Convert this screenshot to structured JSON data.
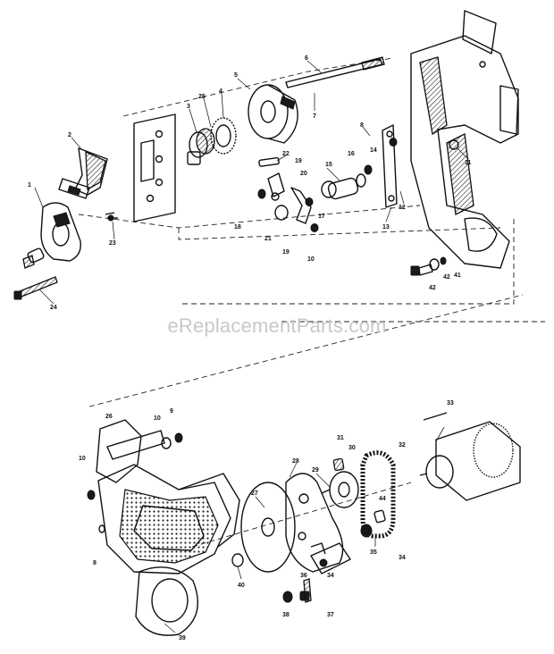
{
  "watermark": "eReplacementParts.com",
  "callouts": [
    {
      "id": "c-1",
      "text": "1"
    },
    {
      "id": "c-2",
      "text": "2"
    },
    {
      "id": "c-3",
      "text": "3"
    },
    {
      "id": "c-4",
      "text": "4"
    },
    {
      "id": "c-25a",
      "text": "25"
    },
    {
      "id": "c-5",
      "text": "5"
    },
    {
      "id": "c-6",
      "text": "6"
    },
    {
      "id": "c-7",
      "text": "7"
    },
    {
      "id": "c-8a",
      "text": "8"
    },
    {
      "id": "c-22",
      "text": "22"
    },
    {
      "id": "c-19a",
      "text": "19"
    },
    {
      "id": "c-20",
      "text": "20"
    },
    {
      "id": "c-18",
      "text": "18"
    },
    {
      "id": "c-21",
      "text": "21"
    },
    {
      "id": "c-15",
      "text": "15"
    },
    {
      "id": "c-16",
      "text": "16"
    },
    {
      "id": "c-14",
      "text": "14"
    },
    {
      "id": "c-17",
      "text": "17"
    },
    {
      "id": "c-19b",
      "text": "19"
    },
    {
      "id": "c-10",
      "text": "10"
    },
    {
      "id": "c-13",
      "text": "13"
    },
    {
      "id": "c-12",
      "text": "12"
    },
    {
      "id": "c-11",
      "text": "11"
    },
    {
      "id": "c-23",
      "text": "23"
    },
    {
      "id": "c-24",
      "text": "24"
    },
    {
      "id": "c-42a",
      "text": "42"
    },
    {
      "id": "c-42b",
      "text": "42"
    },
    {
      "id": "c-41",
      "text": "41"
    },
    {
      "id": "c-26",
      "text": "26"
    },
    {
      "id": "c-10b",
      "text": "10"
    },
    {
      "id": "c-9",
      "text": "9"
    },
    {
      "id": "c-10c",
      "text": "10"
    },
    {
      "id": "c-8b",
      "text": "8"
    },
    {
      "id": "c-33",
      "text": "33"
    },
    {
      "id": "c-31",
      "text": "31"
    },
    {
      "id": "c-30",
      "text": "30"
    },
    {
      "id": "c-32",
      "text": "32"
    },
    {
      "id": "c-28",
      "text": "28"
    },
    {
      "id": "c-29",
      "text": "29"
    },
    {
      "id": "c-27",
      "text": "27"
    },
    {
      "id": "c-44",
      "text": "44"
    },
    {
      "id": "c-40",
      "text": "40"
    },
    {
      "id": "c-35",
      "text": "35"
    },
    {
      "id": "c-34a",
      "text": "34"
    },
    {
      "id": "c-36",
      "text": "36"
    },
    {
      "id": "c-34b",
      "text": "34"
    },
    {
      "id": "c-38",
      "text": "38"
    },
    {
      "id": "c-37",
      "text": "37"
    },
    {
      "id": "c-39",
      "text": "39"
    }
  ]
}
